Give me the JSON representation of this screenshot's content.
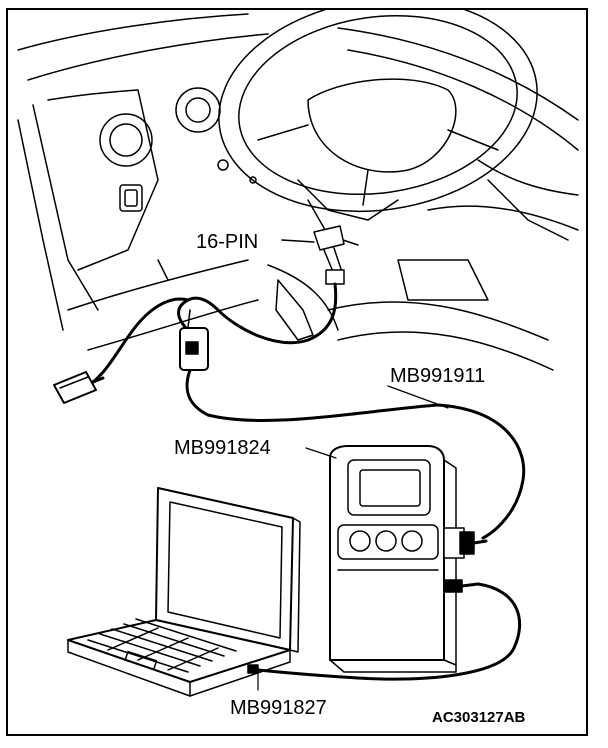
{
  "labels": {
    "connector": "16-PIN",
    "cable_main": "MB991911",
    "interface": "MB991824",
    "usb_cable": "MB991827",
    "figure_code": "AC303127AB"
  },
  "colors": {
    "ink": "#000000",
    "paper": "#ffffff"
  }
}
